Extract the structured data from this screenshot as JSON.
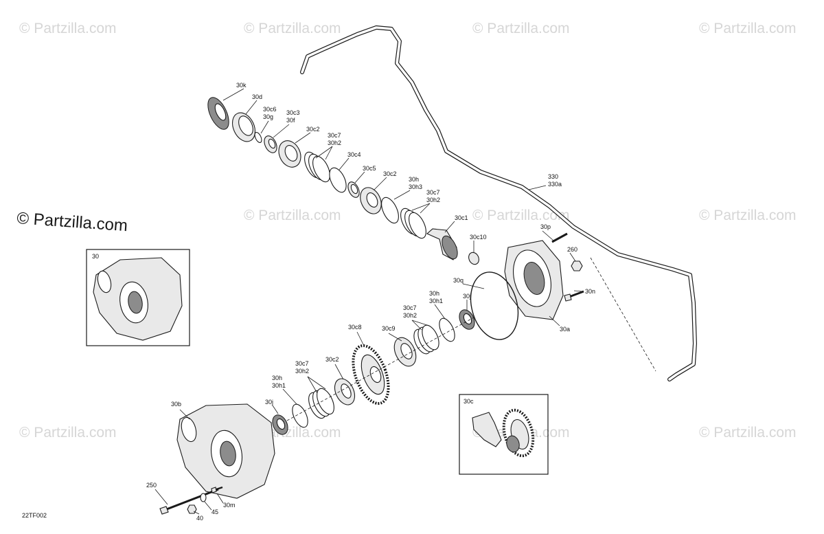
{
  "watermark_text": "© Partzilla.com",
  "prominent_watermark_text": "© Partzilla.com",
  "figure_code": "22TF002",
  "callouts": {
    "c30k": "30k",
    "c30d": "30d",
    "c30c6": "30c6",
    "c30g": "30g",
    "c30c3": "30c3",
    "c30f": "30f",
    "c30c2_a": "30c2",
    "c30c7_a": "30c7",
    "c30h2_a": "30h2",
    "c30c4": "30c4",
    "c30c5": "30c5",
    "c30c2_b": "30c2",
    "c30h_a": "30h",
    "c30h3": "30h3",
    "c30c7_b": "30c7",
    "c30h2_b": "30h2",
    "c30c1": "30c1",
    "c30c10": "30c10",
    "c30p": "30p",
    "c260": "260",
    "c30n": "30n",
    "c30q": "30q",
    "c30a": "30a",
    "c330": "330",
    "c330a": "330a",
    "c30h_b": "30h",
    "c30h1_b": "30h1",
    "c30j_b": "30j",
    "c30c7_c": "30c7",
    "c30h2_c": "30h2",
    "c30c8": "30c8",
    "c30c9": "30c9",
    "c30c7_d": "30c7",
    "c30h2_d": "30h2",
    "c30c2_c": "30c2",
    "c30h_c": "30h",
    "c30h1_c": "30h1",
    "c30j_c": "30j",
    "c30b": "30b",
    "c250": "250",
    "c40": "40",
    "c45": "45",
    "c30m": "30m",
    "c30_inset": "30",
    "c30c_inset": "30c"
  }
}
